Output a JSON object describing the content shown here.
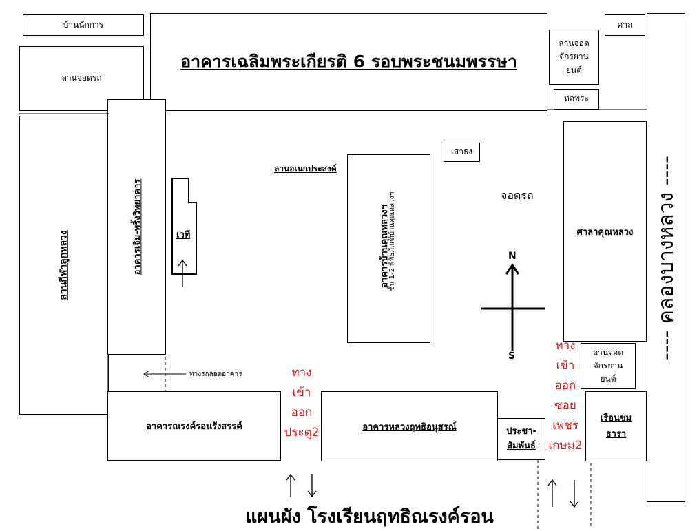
{
  "map": {
    "title": "แผนผัง โรงเรียนฤทธิณรงค์รอน",
    "buildings": {
      "ban_nak_kan": "บ้านนักการ",
      "lan_jod_rod_left": "ลานจอดรถ",
      "main_building": "อาคารเฉลิมพระเกียรติ 6 รอบพระชนมพรรษา",
      "lan_jod_moto_top": "ลานจอด\nจักรยาน\nยนต์",
      "sarn": "ศาล",
      "hor_phra": "หอพระ",
      "lan_kila": "ลานกีฬาลูกหลวง",
      "phrom_phiya_karn": "อาคารเจิม-พริ้งวิทยาคาร",
      "wethi": "เวที",
      "lan_anek": "ลานอเนกประสงค์",
      "ban_khun_luang": "อาคารบ้านคุณหลวงฯ",
      "museum_note": "ชั้น 1-2 พิพิธภัณฑ์บ้านคุณหลวงฯ",
      "sao_thong": "เสาธง",
      "jod_rod": "จอดรถ",
      "sala_khun_luang": "ศาลาคุณหลวง",
      "lan_jod_moto_bottom": "ลานจอด\nจักรยาน\nยนต์",
      "narong_building": "อาคารณรงค์รอนรังสรรค์",
      "luang_rit_building": "อาคารหลวงฤทธิอนุสรณ์",
      "pracha_samphan": "ประชา-\nสัมพันธ์",
      "ruen_chom_thara": "เรือนชม\nธารา"
    },
    "canal": "---- คลองบางหลวง ----",
    "passage": "ทางรถลอดอาคาร",
    "gate2": "ทาง\nเข้า\nออก\nประตู2",
    "gate_soi": "ทาง\nเข้า\nออก\nซอย\nเพชร\nเกษม2",
    "compass": {
      "north": "N",
      "south": "S"
    },
    "colors": {
      "line": "#000000",
      "entrance_text": "#e02020",
      "background": "#ffffff"
    }
  }
}
